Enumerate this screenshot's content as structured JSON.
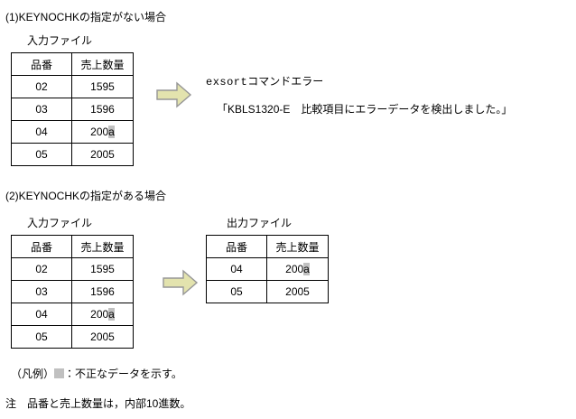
{
  "colors": {
    "arrow_fill": "#e3e3ae",
    "arrow_border": "#969696",
    "bad_data_highlight": "#c0c0c0",
    "table_border": "#000000",
    "text": "#000000",
    "background": "#ffffff"
  },
  "sections": [
    {
      "title": "(1)KEYNOCHKの指定がない場合",
      "input_label": "入力ファイル",
      "input_table": {
        "headers": [
          "品番",
          "売上数量"
        ],
        "rows": [
          {
            "code": "02",
            "qty_normal": "1595",
            "qty_bad": ""
          },
          {
            "code": "03",
            "qty_normal": "1596",
            "qty_bad": ""
          },
          {
            "code": "04",
            "qty_normal": "200",
            "qty_bad": "a"
          },
          {
            "code": "05",
            "qty_normal": "2005",
            "qty_bad": ""
          }
        ]
      },
      "arrow": "right-block-arrow",
      "result_type": "message",
      "message": {
        "line1_mono": "exsort",
        "line1_text": "コマンドエラー",
        "line2": "「KBLS1320-E　比較項目にエラーデータを検出しました。」"
      }
    },
    {
      "title": "(2)KEYNOCHKの指定がある場合",
      "input_label": "入力ファイル",
      "input_table": {
        "headers": [
          "品番",
          "売上数量"
        ],
        "rows": [
          {
            "code": "02",
            "qty_normal": "1595",
            "qty_bad": ""
          },
          {
            "code": "03",
            "qty_normal": "1596",
            "qty_bad": ""
          },
          {
            "code": "04",
            "qty_normal": "200",
            "qty_bad": "a"
          },
          {
            "code": "05",
            "qty_normal": "2005",
            "qty_bad": ""
          }
        ]
      },
      "arrow": "right-block-arrow",
      "result_type": "table",
      "output_label": "出力ファイル",
      "output_table": {
        "headers": [
          "品番",
          "売上数量"
        ],
        "rows": [
          {
            "code": "04",
            "qty_normal": "200",
            "qty_bad": "a"
          },
          {
            "code": "05",
            "qty_normal": "2005",
            "qty_bad": ""
          }
        ]
      }
    }
  ],
  "legend": {
    "prefix": "（凡例）",
    "suffix": "：不正なデータを示す。"
  },
  "note": {
    "text": "注　品番と売上数量は，内部10進数。"
  }
}
